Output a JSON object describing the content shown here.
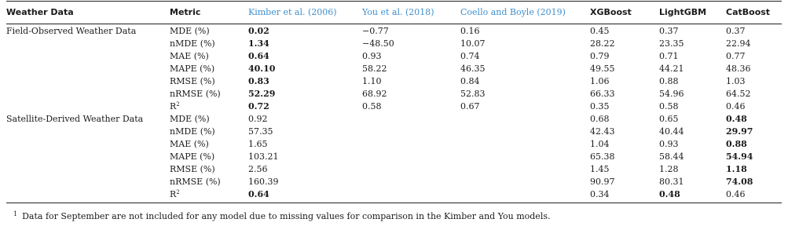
{
  "table": {
    "headers": [
      "Weather Data",
      "Metric",
      "Kimber et al. (2006)",
      "You et al. (2018)",
      "Coello and Boyle (2019)",
      "XGBoost",
      "LightGBM",
      "CatBoost"
    ],
    "rows": [
      {
        "group": "Field-Observed Weather Data",
        "metric": "MDE (%)",
        "kimber": "0.02",
        "you": "−0.77",
        "coello": "0.16",
        "xgb": "0.45",
        "lgbm": "0.37",
        "cat": "0.37"
      },
      {
        "group": "",
        "metric": "nMDE (%)",
        "kimber": "1.34",
        "you": "−48.50",
        "coello": "10.07",
        "xgb": "28.22",
        "lgbm": "23.35",
        "cat": "22.94"
      },
      {
        "group": "",
        "metric": "MAE (%)",
        "kimber": "0.64",
        "you": "0.93",
        "coello": "0.74",
        "xgb": "0.79",
        "lgbm": "0.71",
        "cat": "0.77"
      },
      {
        "group": "",
        "metric": "MAPE (%)",
        "kimber": "40.10",
        "you": "58.22",
        "coello": "46.35",
        "xgb": "49.55",
        "lgbm": "44.21",
        "cat": "48.36"
      },
      {
        "group": "",
        "metric": "RMSE (%)",
        "kimber": "0.83",
        "you": "1.10",
        "coello": "0.84",
        "xgb": "1.06",
        "lgbm": "0.88",
        "cat": "1.03"
      },
      {
        "group": "",
        "metric": "nRMSE (%)",
        "kimber": "52.29",
        "you": "68.92",
        "coello": "52.83",
        "xgb": "66.33",
        "lgbm": "54.96",
        "cat": "64.52"
      },
      {
        "group": "",
        "metric": "R",
        "metric_sup": "2",
        "kimber": "0.72",
        "you": "0.58",
        "coello": "0.67",
        "xgb": "0.35",
        "lgbm": "0.58",
        "cat": "0.46"
      },
      {
        "group": "Satellite-Derived Weather Data",
        "metric": "MDE (%)",
        "kimber": "0.92",
        "you": "",
        "coello": "",
        "xgb": "0.68",
        "lgbm": "0.65",
        "cat": "0.48"
      },
      {
        "group": "",
        "metric": "nMDE (%)",
        "kimber": "57.35",
        "you": "",
        "coello": "",
        "xgb": "42.43",
        "lgbm": "40.44",
        "cat": "29.97"
      },
      {
        "group": "",
        "metric": "MAE (%)",
        "kimber": "1.65",
        "you": "",
        "coello": "",
        "xgb": "1.04",
        "lgbm": "0.93",
        "cat": "0.88"
      },
      {
        "group": "",
        "metric": "MAPE (%)",
        "kimber": "103.21",
        "you": "",
        "coello": "",
        "xgb": "65.38",
        "lgbm": "58.44",
        "cat": "54.94"
      },
      {
        "group": "",
        "metric": "RMSE (%)",
        "kimber": "2.56",
        "you": "",
        "coello": "",
        "xgb": "1.45",
        "lgbm": "1.28",
        "cat": "1.18"
      },
      {
        "group": "",
        "metric": "nRMSE (%)",
        "kimber": "160.39",
        "you": "",
        "coello": "",
        "xgb": "90.97",
        "lgbm": "80.31",
        "cat": "74.08"
      },
      {
        "group": "",
        "metric": "R",
        "metric_sup": "2",
        "kimber": "0.64",
        "you": "",
        "coello": "",
        "xgb": "0.34",
        "lgbm": "0.48",
        "cat": "0.46"
      }
    ]
  },
  "footnote": {
    "marker": "1",
    "text": "Data for September are not included for any model due to missing values for comparison in the Kimber and You models."
  },
  "colors": {
    "link": "#3d8fcf",
    "rule": "#222222"
  }
}
